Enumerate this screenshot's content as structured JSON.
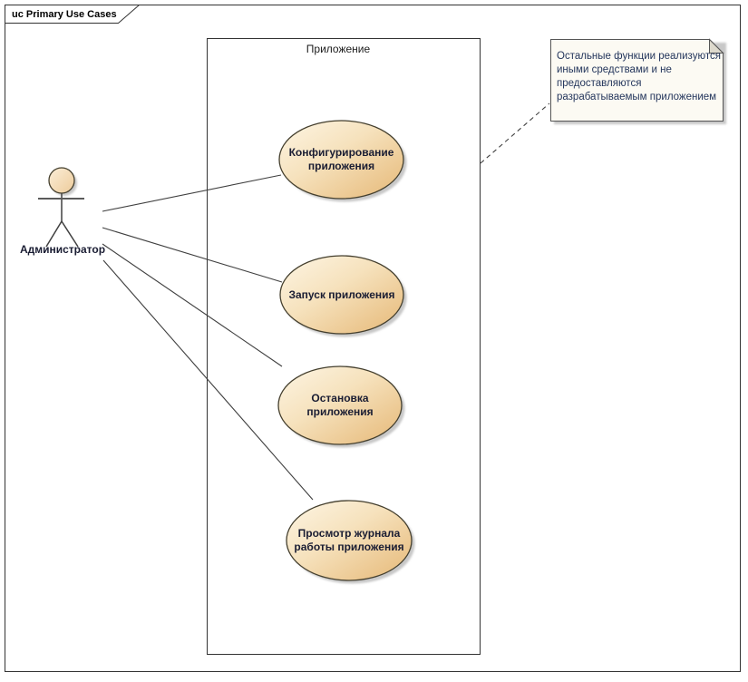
{
  "frame": {
    "title": "uc Primary Use Cases"
  },
  "system_boundary": {
    "label": "Приложение"
  },
  "actor": {
    "label": "Администратор"
  },
  "usecases": [
    {
      "label": "Конфигурирование приложения",
      "lines": [
        "Конфигурирование",
        "приложения"
      ]
    },
    {
      "label": "Запуск приложения",
      "lines": [
        "Запуск приложения"
      ]
    },
    {
      "label": "Остановка приложения",
      "lines": [
        "Остановка",
        "приложения"
      ]
    },
    {
      "label": "Просмотр журнала работы приложения",
      "lines": [
        "Просмотр журнала",
        "работы приложения"
      ]
    }
  ],
  "note": {
    "lines": [
      "Остальные функции реализуются",
      "иными средствами и не",
      "предоставляются",
      "разрабатываемым приложением"
    ]
  },
  "colors": {
    "usecase_fill_top": "#fdf5e4",
    "usecase_fill_bottom": "#eac389",
    "usecase_border": "#443f2e",
    "shadow": "#c8c8c8",
    "note_fill": "#fcfaf3",
    "note_fold": "#ddd9cd",
    "note_text": "#24365c",
    "label_text": "#1a1d33",
    "connector": "#404040",
    "frame_border": "#333333"
  }
}
